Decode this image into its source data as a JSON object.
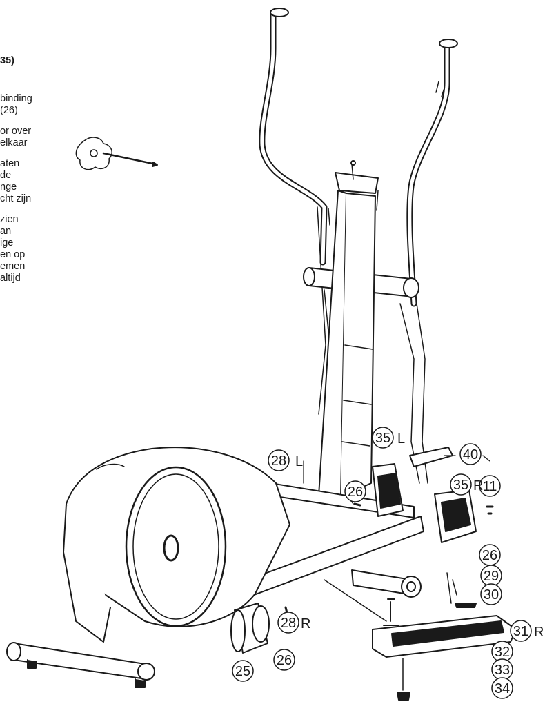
{
  "text_column": {
    "heading": "35)",
    "paragraphs": [
      [
        "binding",
        "(26)"
      ],
      [
        "or over",
        "elkaar"
      ],
      [
        "aten",
        "de",
        "nge",
        "cht zijn"
      ],
      [
        "zien",
        "an",
        "ige",
        "en op",
        "emen",
        "altijd"
      ]
    ]
  },
  "labels": {
    "p11": "11",
    "p25": "25",
    "p26": "26",
    "p28L": "28",
    "p28R": "28",
    "p29": "29",
    "p30": "30",
    "p31R": "31",
    "p32": "32",
    "p33": "33",
    "p34": "34",
    "p35L": "35",
    "p35R": "35",
    "p40": "40",
    "suffix_L": "L",
    "suffix_R": "R"
  },
  "icons": [
    "allen-key-tool-icon"
  ]
}
